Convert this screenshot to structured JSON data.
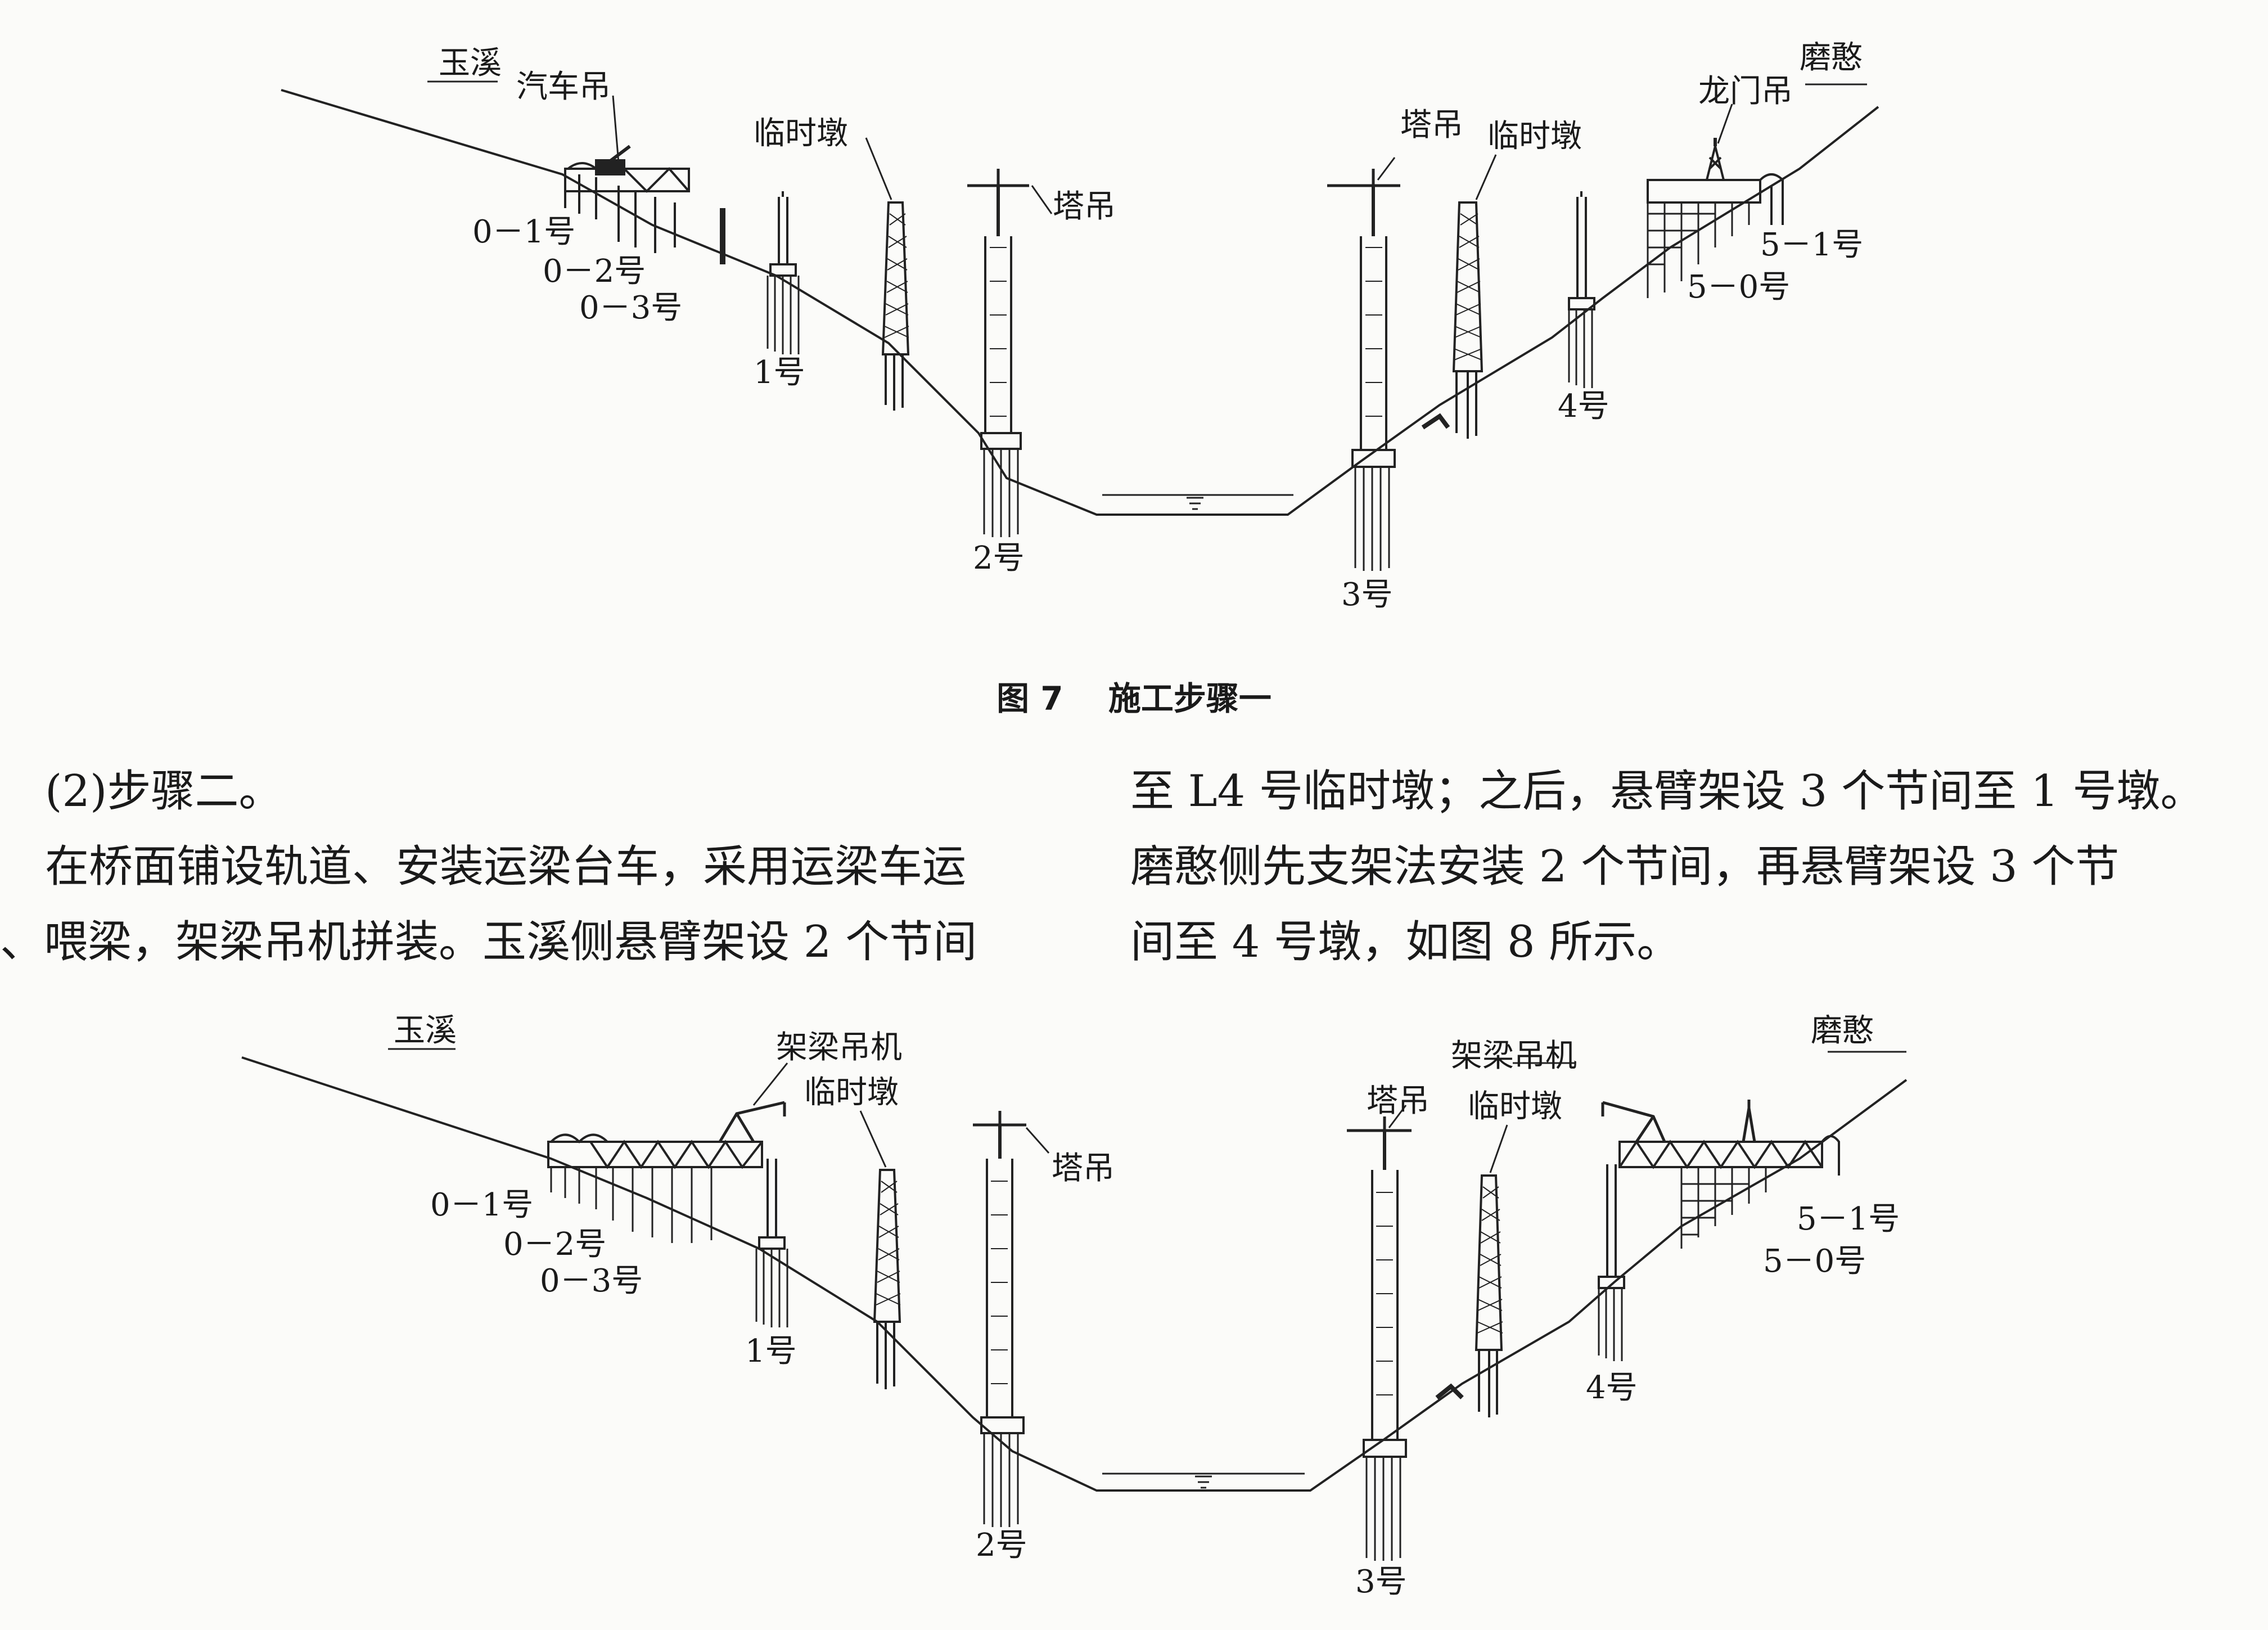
{
  "figure7": {
    "labels": {
      "yuxi": "玉溪",
      "crane_truck": "汽车吊",
      "temp_pier_left": "临时墩",
      "tower_crane_left": "塔吊",
      "tower_crane_right": "塔吊",
      "temp_pier_right": "临时墩",
      "gantry_crane": "龙门吊",
      "mohan": "磨憨",
      "p0_1": "0－1号",
      "p0_2": "0－2号",
      "p0_3": "0－3号",
      "p1": "1号",
      "p2": "2号",
      "p3": "3号",
      "p4": "4号",
      "p5_1": "5－1号",
      "p5_0": "5－0号"
    },
    "caption_num": "图 7",
    "caption_title": "施工步骤一"
  },
  "text": {
    "left": [
      "(2)步骤二。",
      "在桥面铺设轨道、安装运梁台车，采用运梁车运",
      "、喂梁，架梁吊机拼装。玉溪侧悬臂架设 2 个节间"
    ],
    "right": [
      "至 L4 号临时墩；之后，悬臂架设 3 个节间至 1 号墩。",
      "磨憨侧先支架法安装 2 个节间，再悬臂架设 3 个节",
      "间至 4 号墩，如图 8 所示。"
    ]
  },
  "figure8": {
    "labels": {
      "yuxi": "玉溪",
      "beam_crane_left": "架梁吊机",
      "temp_pier_left": "临时墩",
      "tower_crane_left": "塔吊",
      "tower_crane_right": "塔吊",
      "beam_crane_right": "架梁吊机",
      "temp_pier_right": "临时墩",
      "mohan": "磨憨",
      "p0_1": "0－1号",
      "p0_2": "0－2号",
      "p0_3": "0－3号",
      "p1": "1号",
      "p2": "2号",
      "p3": "3号",
      "p4": "4号",
      "p5_1": "5－1号",
      "p5_0": "5－0号"
    }
  }
}
